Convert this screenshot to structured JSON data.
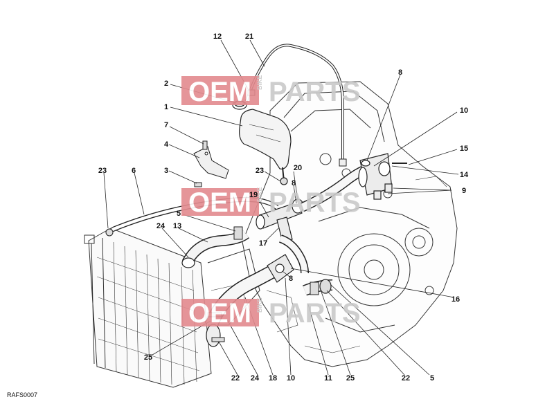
{
  "diagram": {
    "callouts": [
      "1",
      "2",
      "3",
      "4",
      "5",
      "5",
      "6",
      "7",
      "8",
      "8",
      "8",
      "9",
      "10",
      "10",
      "11",
      "12",
      "13",
      "14",
      "15",
      "16",
      "17",
      "18",
      "19",
      "20",
      "21",
      "22",
      "22",
      "23",
      "23",
      "24",
      "24",
      "25",
      "25"
    ],
    "drawing_code": "RAFS0007"
  },
  "watermark": {
    "brand_left": "OEM",
    "brand_right": "PARTS",
    "brand_small": "BIKE",
    "colors": {
      "red": "#e38a8e",
      "gray": "#c9c9c9"
    }
  }
}
